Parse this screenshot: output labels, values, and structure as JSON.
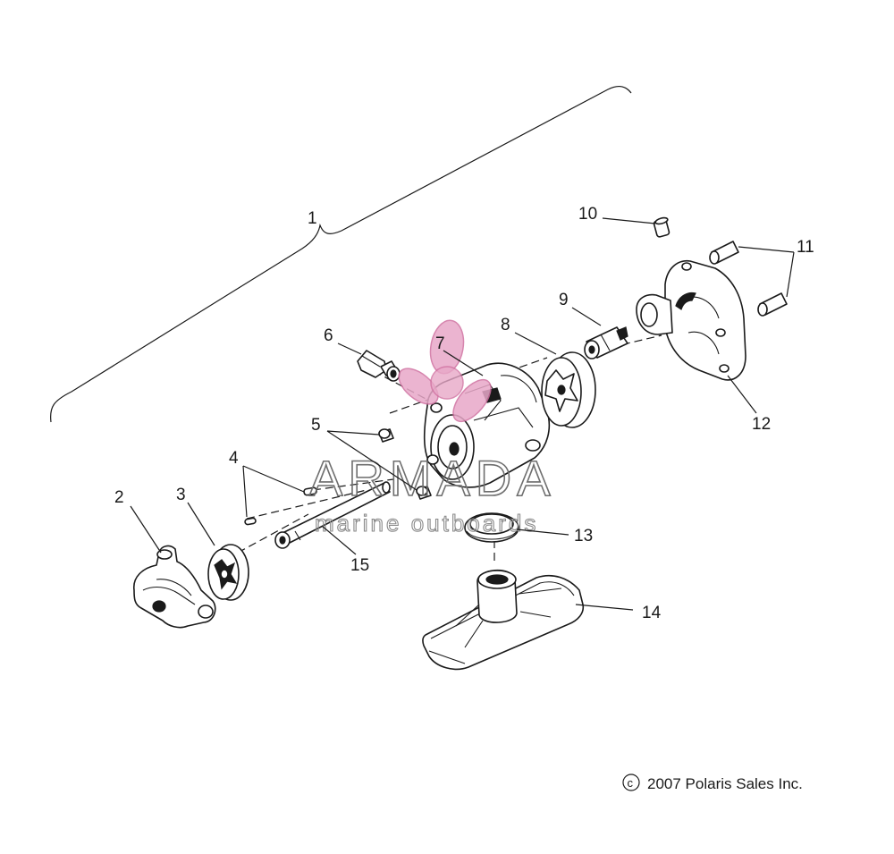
{
  "callouts": [
    "1",
    "2",
    "3",
    "4",
    "5",
    "6",
    "7",
    "8",
    "9",
    "10",
    "11",
    "12",
    "13",
    "14",
    "15"
  ],
  "watermark": {
    "brand": "ARMADA",
    "tagline": "marine outboards",
    "logo_color": "#e8a8c8"
  },
  "copyright": {
    "symbol": "c",
    "text": "2007 Polaris Sales Inc."
  }
}
